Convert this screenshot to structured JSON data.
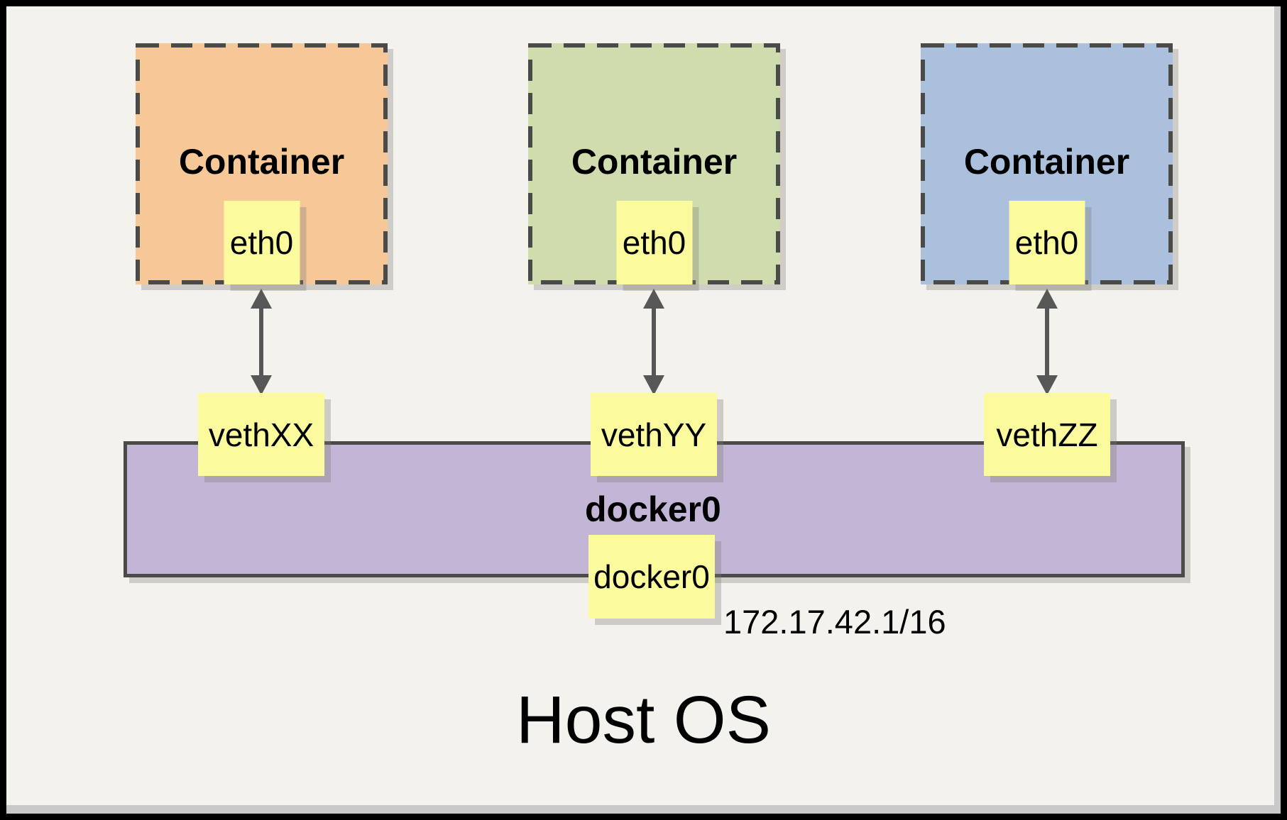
{
  "diagram": {
    "host_label": "Host OS",
    "bridge": {
      "name_label": "docker0",
      "interface_label": "docker0",
      "ip": "172.17.42.1/16",
      "fill": "#C3B5D6"
    },
    "containers": [
      {
        "label": "Container",
        "interface_label": "eth0",
        "veth_label": "vethXX",
        "fill": "#F7C897"
      },
      {
        "label": "Container",
        "interface_label": "eth0",
        "veth_label": "vethYY",
        "fill": "#CFDCAE"
      },
      {
        "label": "Container",
        "interface_label": "eth0",
        "veth_label": "vethZZ",
        "fill": "#AAC0DD"
      }
    ],
    "colors": {
      "background": "#F4F2ED",
      "note_fill": "#FBFB9E",
      "arrow": "#575757",
      "dashed_border": "#4A4A48",
      "outer_frame": "#000000"
    }
  }
}
